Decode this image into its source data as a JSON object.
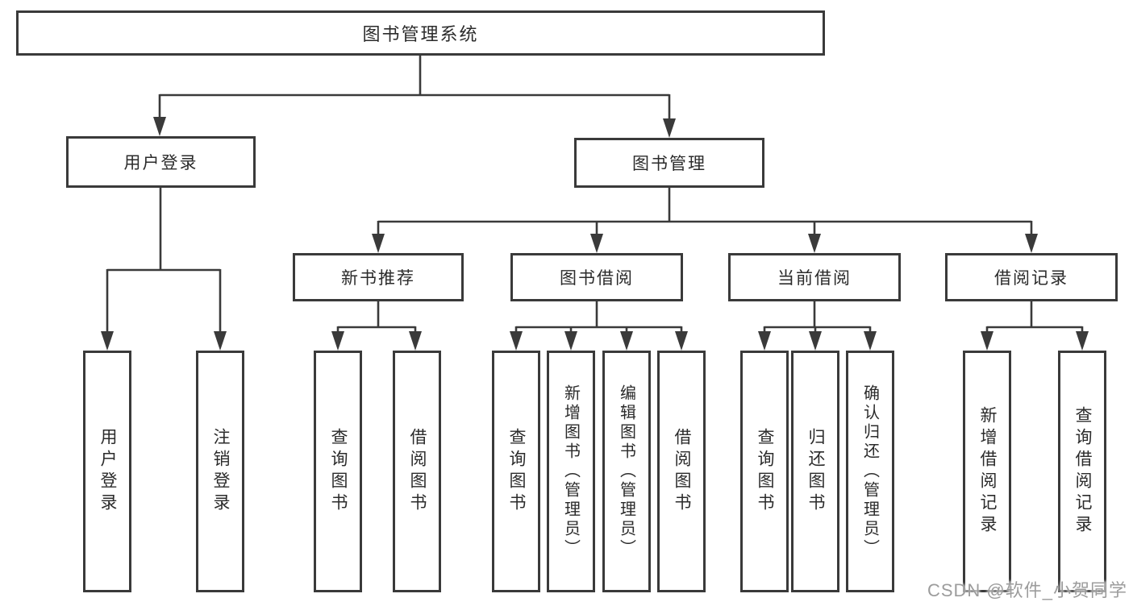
{
  "diagram": {
    "root": "图书管理系统",
    "level2": [
      "用户登录",
      "图书管理"
    ],
    "level3": [
      "新书推荐",
      "图书借阅",
      "当前借阅",
      "借阅记录"
    ],
    "leaves": {
      "user_login": [
        "用户登录",
        "注销登录"
      ],
      "new_book": [
        "查询图书",
        "借阅图书"
      ],
      "book_borrow": [
        "查询图书",
        "新增图书（管理员）",
        "编辑图书（管理员）",
        "借阅图书"
      ],
      "current_borrow": [
        "查询图书",
        "归还图书",
        "确认归还（管理员）"
      ],
      "borrow_record": [
        "新增借阅记录",
        "查询借阅记录"
      ]
    }
  },
  "watermark": "CSDN @软件_小贺同学",
  "colors": {
    "line": "#3a3a3a",
    "text": "#2b2b2b",
    "watermark": "#9c9c9c",
    "background": "#ffffff"
  }
}
